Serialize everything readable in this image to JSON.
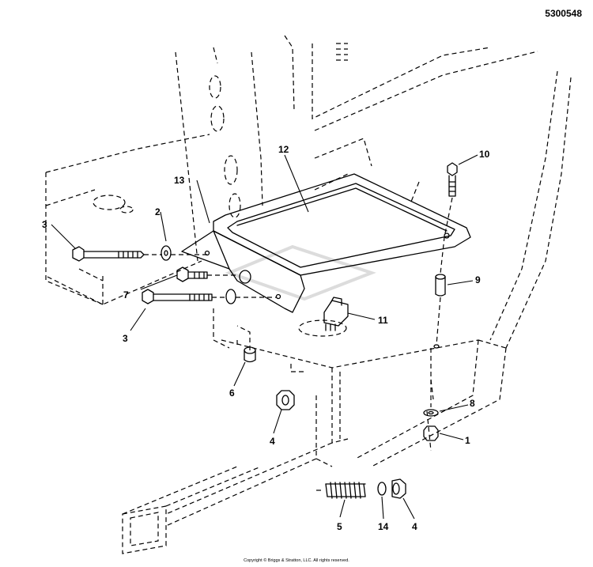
{
  "diagram_id": "5300548",
  "watermark": "BRIGGS & STRATTON",
  "copyright": "Copyright © Briggs & Stratton, LLC. All rights reserved.",
  "callouts": [
    {
      "id": "c1",
      "label": "1"
    },
    {
      "id": "c2",
      "label": "2"
    },
    {
      "id": "c3a",
      "label": "3"
    },
    {
      "id": "c3b",
      "label": "3"
    },
    {
      "id": "c4a",
      "label": "4"
    },
    {
      "id": "c4b",
      "label": "4"
    },
    {
      "id": "c5",
      "label": "5"
    },
    {
      "id": "c6",
      "label": "6"
    },
    {
      "id": "c7",
      "label": "7"
    },
    {
      "id": "c8",
      "label": "8"
    },
    {
      "id": "c9",
      "label": "9"
    },
    {
      "id": "c10",
      "label": "10"
    },
    {
      "id": "c11",
      "label": "11"
    },
    {
      "id": "c12",
      "label": "12"
    },
    {
      "id": "c13",
      "label": "13"
    },
    {
      "id": "c14",
      "label": "14"
    }
  ]
}
